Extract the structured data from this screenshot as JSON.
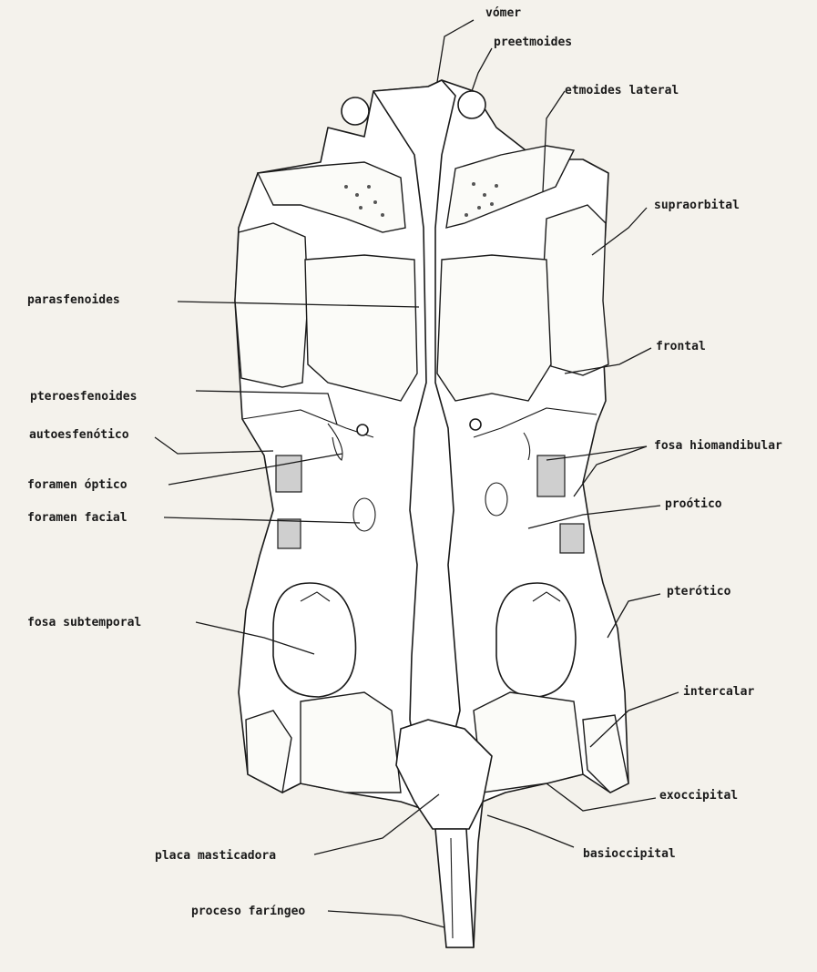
{
  "labels": {
    "vomer": "vómer",
    "preetmoides": "preetmoides",
    "etmoides_lateral": "etmoides lateral",
    "supraorbital": "supraorbital",
    "parasfenoides": "parasfenoides",
    "frontal": "frontal",
    "pteroesfenoides": "pteroesfenoides",
    "autoesfenotico": "autoesfenótico",
    "fosa_hiomandibular": "fosa hiomandibular",
    "foramen_optico": "foramen óptico",
    "prootico": "proótico",
    "foramen_facial": "foramen facial",
    "pterotico": "pterótico",
    "fosa_subtemporal": "fosa subtemporal",
    "intercalar": "intercalar",
    "exoccipital": "exoccipital",
    "placa_masticadora": "placa masticadora",
    "basioccipital": "basioccipital",
    "proceso_faringeo": "proceso faríngeo"
  }
}
